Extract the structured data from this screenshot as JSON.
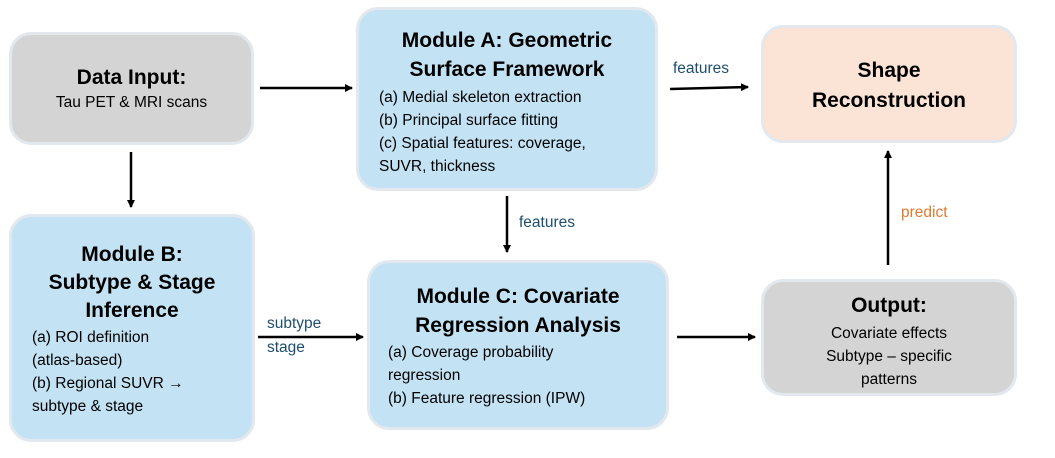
{
  "data_input": {
    "title": "Data Input:",
    "subtitle": "Tau PET & MRI scans"
  },
  "module_a": {
    "title_line1": "Module A: Geometric",
    "title_line2": "Surface Framework",
    "items": [
      "(a)  Medial skeleton extraction",
      "(b)  Principal surface fitting",
      "(c)  Spatial features: coverage,",
      "SUVR, thickness"
    ]
  },
  "shape": {
    "title_line1": "Shape",
    "title_line2": "Reconstruction"
  },
  "module_b": {
    "title_line1": "Module B:",
    "title_line2": "Subtype & Stage",
    "title_line3": "Inference",
    "items": [
      "(a)  ROI definition",
      "(atlas-based)",
      "(b)  Regional SUVR →",
      "subtype & stage"
    ]
  },
  "module_c": {
    "title_line1": "Module C: Covariate",
    "title_line2": "Regression Analysis",
    "items": [
      "(a)  Coverage probability",
      "regression",
      "(b)  Feature regression (IPW)"
    ]
  },
  "output": {
    "title": "Output:",
    "lines": [
      "Covariate effects",
      "Subtype – specific",
      "patterns"
    ]
  },
  "edge_labels": {
    "a_to_shape": "features",
    "a_to_c": "features",
    "b_to_c_line1": "subtype",
    "b_to_c_line2": "stage",
    "output_to_shape": "predict"
  },
  "colors": {
    "gray_box": "#d4d4d4",
    "blue_box": "#c3e3f4",
    "peach_box": "#fbe3d6",
    "edge_label_blue": "#1d4e6e",
    "edge_label_orange": "#e07a30"
  }
}
